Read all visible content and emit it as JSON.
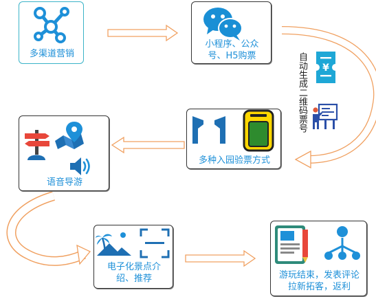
{
  "nodes": {
    "marketing": {
      "label": "多渠道营销",
      "icon": "share-network-icon"
    },
    "purchase": {
      "label_line1": "小程序、公众",
      "label_line2": "号、H5购票",
      "icon": "wechat-icon"
    },
    "checkin": {
      "label": "多种入园验票方式",
      "icons": [
        "turnstile-gate-icon",
        "id-card-reader-icon"
      ]
    },
    "audio_guide": {
      "label": "语音导游",
      "icons": [
        "signpost-icon",
        "map-pin-icon",
        "speaker-icon"
      ]
    },
    "intro": {
      "label_line1": "电子化景点介",
      "label_line2": "绍、推荐",
      "icons": [
        "palm-scenery-icon",
        "qr-scan-icon"
      ]
    },
    "review": {
      "label_line1": "游玩结束，发表评论",
      "label_line2": "拉新拓客，返利",
      "icons": [
        "news-article-icon",
        "referral-network-icon"
      ]
    }
  },
  "side_label": "自动生成二维码票号",
  "side_icons": [
    "ticket-icon",
    "presenter-board-icon"
  ],
  "colors": {
    "accent_blue": "#1e90d8",
    "teal_border": "#3ab3c8",
    "arrow_orange": "#f0a060",
    "wechat_blue": "#1a8fd5",
    "reader_yellow": "#ffd700"
  }
}
